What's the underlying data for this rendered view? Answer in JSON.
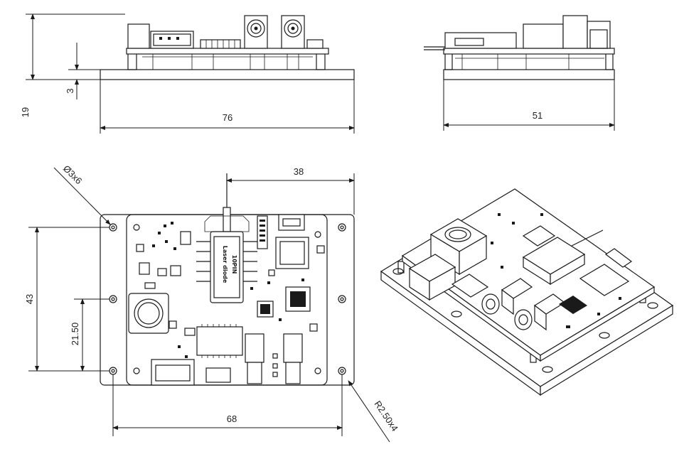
{
  "dimensions": {
    "front_height": "19",
    "front_standoff": "3",
    "front_width": "76",
    "side_width": "51",
    "top_hole_dia": "Ø3x6",
    "top_right_span": "38",
    "top_height": "43",
    "top_half_height": "21.50",
    "top_radius": "R2.50x4",
    "top_hole_span": "68"
  },
  "labels": {
    "laser_pin": "10PIN",
    "laser_name": "Laser diode"
  },
  "colors": {
    "line": "#1a1a1a",
    "background": "#ffffff"
  }
}
